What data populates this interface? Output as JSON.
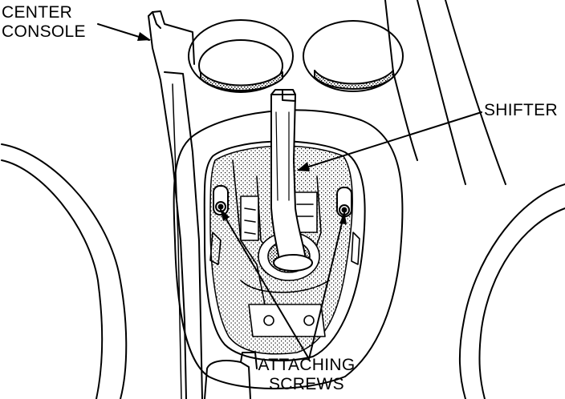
{
  "labels": {
    "center_console": [
      "CENTER",
      "CONSOLE"
    ],
    "shifter": "SHIFTER",
    "attaching_screws": [
      "ATTACHING",
      "SCREWS"
    ]
  },
  "colors": {
    "ink": "#000000",
    "paper": "#ffffff",
    "shade": "#8f8f8f"
  }
}
